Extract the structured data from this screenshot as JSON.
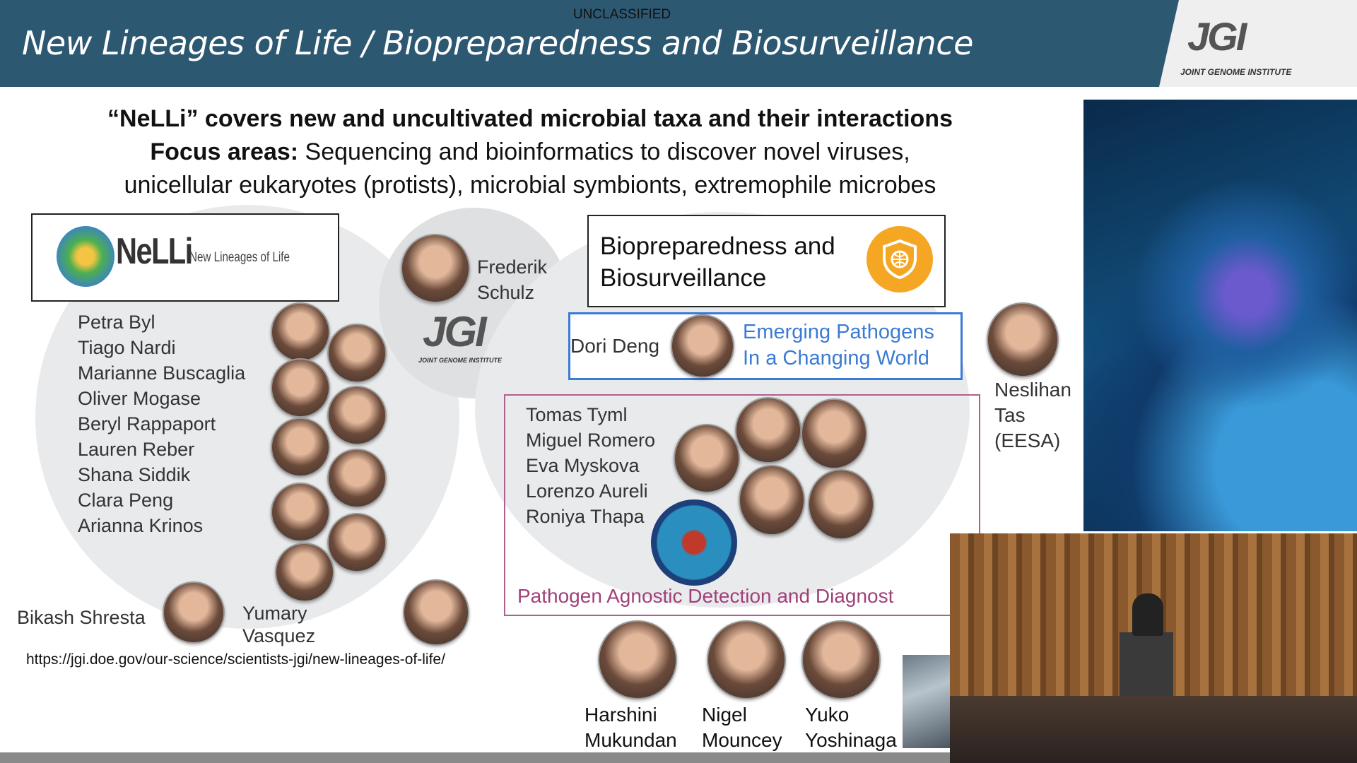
{
  "header": {
    "classification": "UNCLASSIFIED",
    "title": "New Lineages of Life / Biopreparedness and Biosurveillance",
    "logo_text": "JGI",
    "logo_subtext": "JOINT GENOME INSTITUTE"
  },
  "heading": {
    "line1": "“NeLLi” covers new and uncultivated microbial taxa and their interactions",
    "line2_bold": "Focus areas:",
    "line2": " Sequencing and bioinformatics to discover novel viruses,",
    "line3": "unicellular eukaryotes (protists), microbial symbionts, extremophile microbes"
  },
  "nelli": {
    "logo_text": "NeLLi",
    "logo_subtext": "New Lineages of Life",
    "members": [
      "Petra Byl",
      "Tiago Nardi",
      "Marianne Buscaglia",
      "Oliver Mogase",
      "Beryl Rappaport",
      "Lauren Reber",
      "Shana Siddik",
      "Clara Peng",
      "Arianna Krinos"
    ]
  },
  "lead": {
    "name_line1": "Frederik",
    "name_line2": "Schulz"
  },
  "bio": {
    "title_line1": "Biopreparedness and",
    "title_line2": "Biosurveillance",
    "icon": "shield-globe-icon",
    "accent": "#f5a623"
  },
  "emerging": {
    "person": "Dori Deng",
    "line1": "Emerging Pathogens",
    "line2": "In a Changing World",
    "color": "#3a7bd5"
  },
  "pathogen": {
    "members": [
      "Tomas Tyml",
      "Miguel Romero",
      "Eva Myskova",
      "Lorenzo Aureli",
      "Roniya Thapa"
    ],
    "title": "Pathogen Agnostic Detection and Diagnost",
    "color": "#a0407a",
    "seal": "DTRA seal"
  },
  "neslihan": {
    "line1": "Neslihan",
    "line2": "Tas",
    "line3": "(EESA)"
  },
  "others": {
    "bikash": "Bikash Shresta",
    "yumary_line1": "Yumary",
    "yumary_line2": "Vasquez"
  },
  "url": "https://jgi.doe.gov/our-science/scientists-jgi/new-lineages-of-life/",
  "bottom": [
    {
      "l1": "Harshini",
      "l2": "Mukundan"
    },
    {
      "l1": "Nigel",
      "l2": "Mouncey"
    },
    {
      "l1": "Yuko",
      "l2": "Yoshinaga"
    }
  ]
}
